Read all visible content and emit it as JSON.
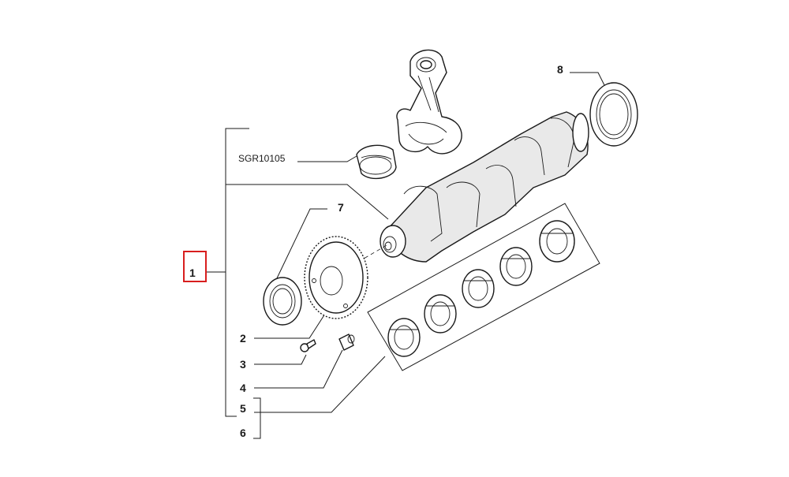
{
  "diagram": {
    "selected_callout": "1",
    "highlight_color": "#d81e1e",
    "line_color": "#1a1a1a",
    "callouts": {
      "c1": "1",
      "c2": "2",
      "c3": "3",
      "c4": "4",
      "c5": "5",
      "c6": "6",
      "c7": "7",
      "c8": "8",
      "sgr": "SGR10105"
    }
  }
}
